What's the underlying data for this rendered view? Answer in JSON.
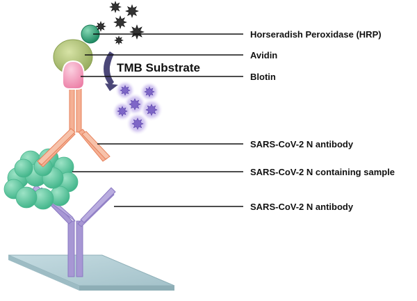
{
  "labels": {
    "hrp": "Horseradish Peroxidase (HRP)",
    "avidin": "Avidin",
    "biotin": "Blotin",
    "detection_antibody": "SARS-CoV-2 N antibody",
    "sample": "SARS-CoV-2 N containing sample",
    "capture_antibody": "SARS-CoV-2 N antibody"
  },
  "substrate_label": "TMB  Substrate",
  "colors": {
    "plate": "#a9c7cf",
    "capture_antibody": "#a797d4",
    "detection_antibody": "#f19a78",
    "sample": "#5cc8a4",
    "avidin": "#a9bd6c",
    "biotin": "#f39ab8",
    "hrp": "#3aa67f",
    "arrow": "#4b4778",
    "product": "#7e66c7",
    "substrate_particle": "#333333"
  }
}
